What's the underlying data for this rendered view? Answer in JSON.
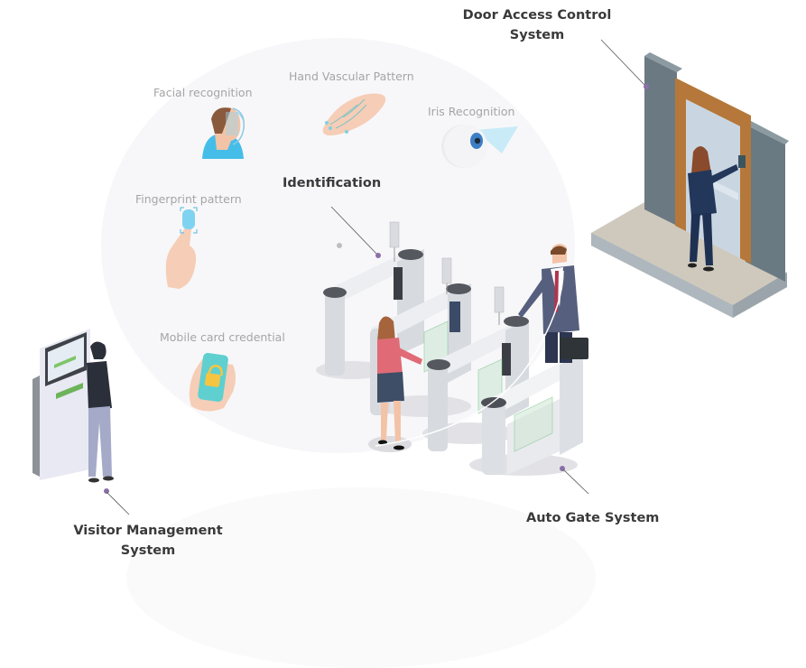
{
  "systems": {
    "door_access": {
      "line1": "Door Access Control",
      "line2": "System"
    },
    "identification": {
      "label": "Identification"
    },
    "visitor_management": {
      "line1": "Visitor Management",
      "line2": "System"
    },
    "auto_gate": {
      "label": "Auto Gate System"
    }
  },
  "biometrics": [
    {
      "label": "Facial recognition",
      "icon": "face-scan-icon"
    },
    {
      "label": "Hand Vascular Pattern",
      "icon": "hand-vascular-icon"
    },
    {
      "label": "Iris Recognition",
      "icon": "eye-scan-icon"
    },
    {
      "label": "Fingerprint pattern",
      "icon": "fingerprint-icon"
    },
    {
      "label": "Mobile card credential",
      "icon": "mobile-lock-icon"
    }
  ],
  "colors": {
    "leader_dot": "#8b6fa8",
    "leader_line": "#555555",
    "label_dark": "#3a3a3a",
    "label_light": "#a5a5a8",
    "accent_blue": "#4fc3ef",
    "door_frame": "#b5783a",
    "wall": "#6a7a82"
  }
}
